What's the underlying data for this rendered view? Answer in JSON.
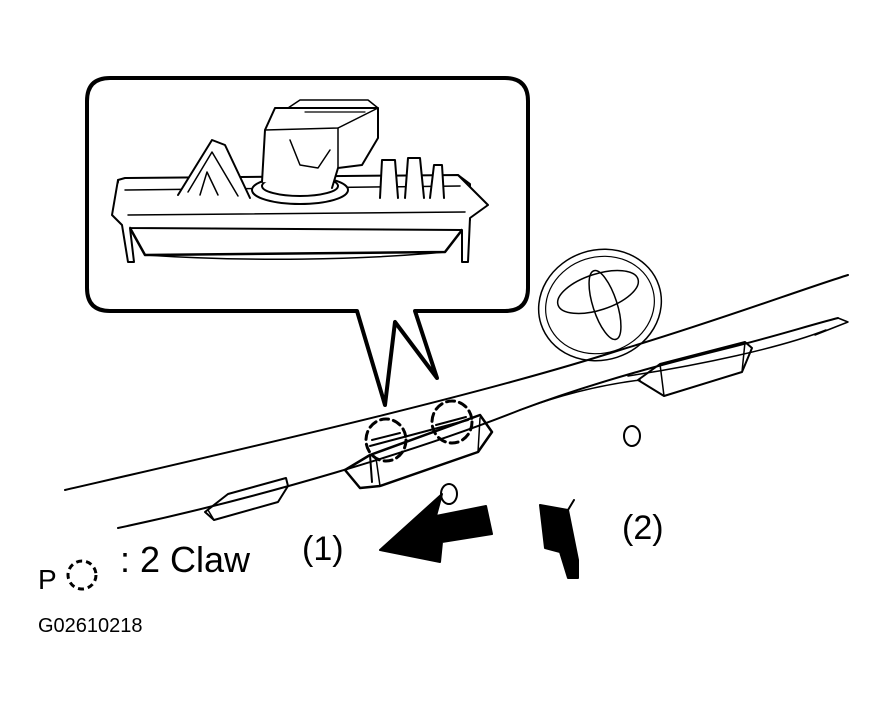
{
  "callouts": {
    "step1": "(1)",
    "step2": "(2)"
  },
  "legend": {
    "marker_letter": "P",
    "marker_icon": "dashed-circle-icon",
    "text": ": 2 Claw"
  },
  "figure_code": "G02610218",
  "colors": {
    "ink": "#000000",
    "paper": "#ffffff"
  }
}
